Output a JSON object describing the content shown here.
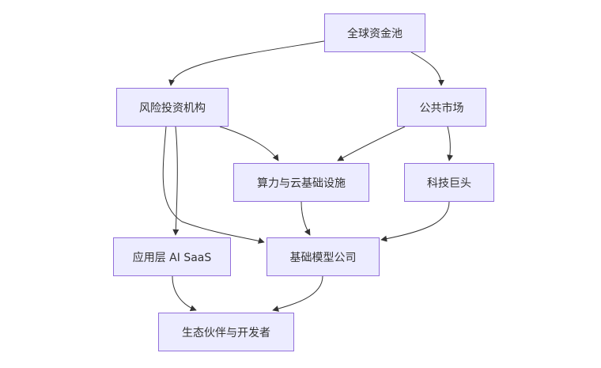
{
  "diagram": {
    "type": "flowchart",
    "direction": "top-down",
    "colors": {
      "node_fill": "#ececff",
      "node_border": "#9370db",
      "edge": "#333333",
      "text": "#333333"
    },
    "nodes": [
      {
        "id": "pool",
        "label": "全球资金池"
      },
      {
        "id": "vc",
        "label": "风险投资机构"
      },
      {
        "id": "public",
        "label": "公共市场"
      },
      {
        "id": "infra",
        "label": "算力与云基础设施"
      },
      {
        "id": "bigtech",
        "label": "科技巨头"
      },
      {
        "id": "saas",
        "label": "应用层 AI SaaS"
      },
      {
        "id": "foundation",
        "label": "基础模型公司"
      },
      {
        "id": "eco",
        "label": "生态伙伴与开发者"
      }
    ],
    "edges": [
      {
        "from": "pool",
        "to": "vc"
      },
      {
        "from": "pool",
        "to": "public"
      },
      {
        "from": "vc",
        "to": "infra"
      },
      {
        "from": "vc",
        "to": "saas"
      },
      {
        "from": "vc",
        "to": "foundation"
      },
      {
        "from": "public",
        "to": "infra"
      },
      {
        "from": "public",
        "to": "bigtech"
      },
      {
        "from": "infra",
        "to": "foundation"
      },
      {
        "from": "bigtech",
        "to": "foundation"
      },
      {
        "from": "saas",
        "to": "eco"
      },
      {
        "from": "foundation",
        "to": "eco"
      }
    ]
  }
}
